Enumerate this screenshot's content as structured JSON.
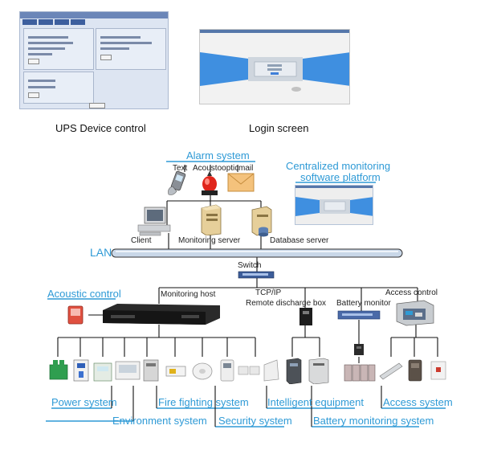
{
  "captions": {
    "ups": "UPS Device control",
    "login": "Login screen"
  },
  "alarm": {
    "title": "Alarm system",
    "items": [
      "Text",
      "Acoustooptic",
      "mail"
    ]
  },
  "software": {
    "title_line1": "Centralized monitoring",
    "title_line2": "software platform"
  },
  "nodes": {
    "client": "Client",
    "monitoring_server": "Monitoring server",
    "database_server": "Database server",
    "lan": "LAN",
    "switch": "Switch",
    "tcpip": "TCP/IP",
    "acoustic_control": "Acoustic control",
    "monitoring_host": "Monitoring host",
    "remote_discharge": "Remote discharge box",
    "battery_monitor": "Battery monitor",
    "access_control": "Access control"
  },
  "systems": {
    "power": "Power system",
    "environment": "Environment system",
    "fire": "Fire fighting system",
    "security": "Security system",
    "intelligent": "Intelligent equipment",
    "battery": "Battery monitoring system",
    "access": "Access system"
  },
  "colors": {
    "accent_blue": "#2e9ad6",
    "line_dark": "#111111",
    "lan_bar": "#c9d7e8"
  }
}
